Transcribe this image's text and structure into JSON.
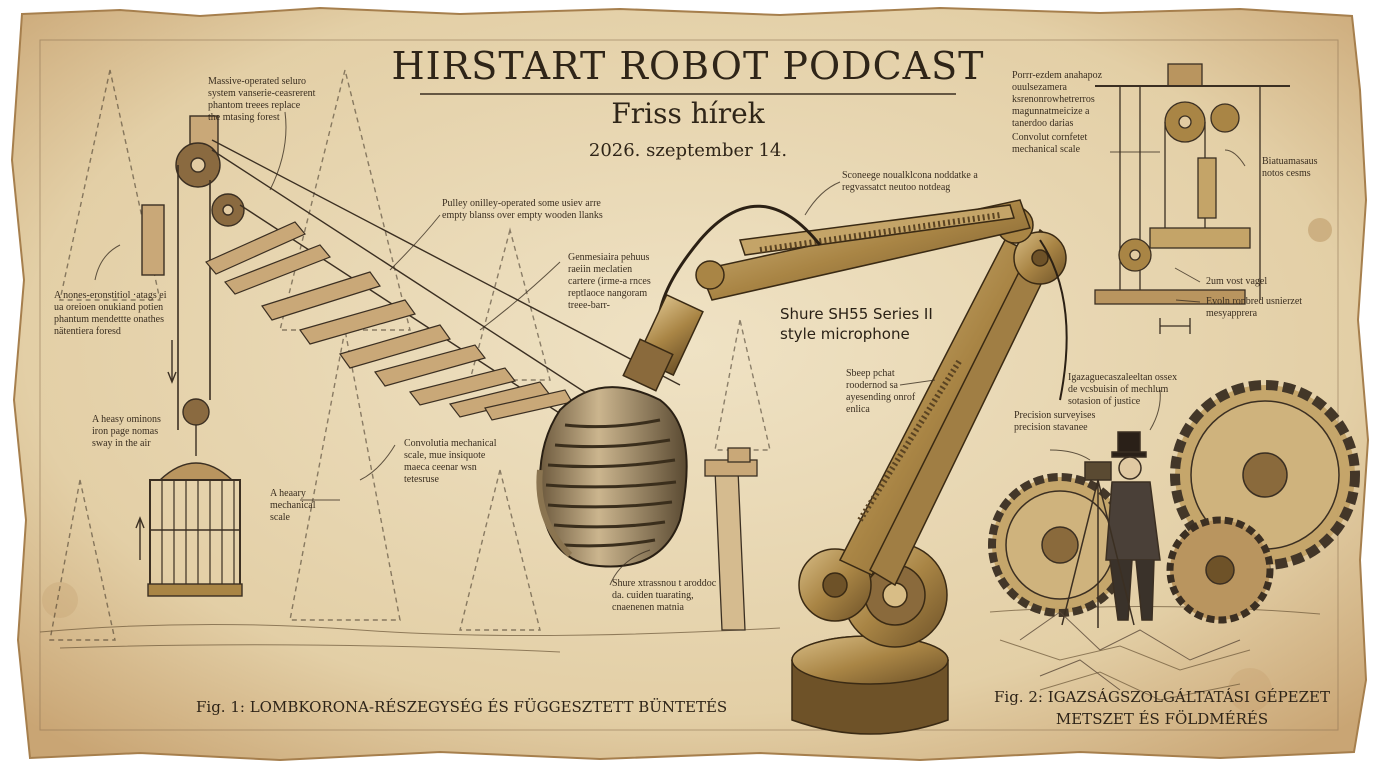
{
  "header": {
    "title": "HIRSTART ROBOT PODCAST",
    "subtitle": "Friss hírek",
    "date": "2026. szeptember 14."
  },
  "microphone": {
    "label_line1": "Shure SH55 Series II",
    "label_line2": "style microphone"
  },
  "annotations": {
    "massive": [
      "Massive-operated seluro",
      "system vanserie-ceasrerent",
      "phantom treees replace",
      "the mtasing forest"
    ],
    "left_side": [
      "A nones-eronstitiol ·atags ei",
      "ua oreioen onukiand potien",
      "phantum mendettte onathes",
      "nätentiera foresd"
    ],
    "cage": [
      "A heasy ominons",
      "iron page nomas",
      "sway in the air"
    ],
    "pulley": [
      "Pulley onilley-operated some usiev arre",
      "empty blanss over empty wooden llanks"
    ],
    "gener": [
      "Genmesiaira pehuus",
      "raeiin meclatien",
      "cartere (irme-a rnces",
      "reptlaoce nangoram",
      "treee-barr-"
    ],
    "convolutia": [
      "Convolutia mechanical",
      "scale, mue insiquote",
      "maeca ceenar wsn",
      "tetesruse"
    ],
    "heavy_scale": [
      "A heaary",
      "mechanical",
      "scale"
    ],
    "scenege": [
      "Sconeege noualklcona noddatke a",
      "regvassatct neutoo notdeag"
    ],
    "sheep": [
      "Sbeep pchat",
      "roodernod sa",
      "ayesending onrof",
      "enlica"
    ],
    "shure_small": [
      "Shure xtrassnou t aroddoc",
      "da. cuiden tuarating,",
      "cnaenenen matnia"
    ],
    "right_top": [
      "Porrr-ezdem anahapoz",
      "ouulsezamera",
      "ksrenonrowhetrerros",
      "magunnatmeicize a",
      "tanerdoo darias"
    ],
    "right_convolut": [
      "Convolut cornfetet",
      "mechanical scale"
    ],
    "bistan": [
      "Biatuamasaus",
      "notos cesms"
    ],
    "zum": [
      "2um vost vagel"
    ],
    "evoln": [
      "Evoln ronbred usnierzet",
      "mesyapprera"
    ],
    "igaz": [
      "Igazaguecaszaleeltan ossex",
      "de vcsbuisin of mechlum",
      "sotasion of justice"
    ],
    "precision": [
      "Precision surveyises",
      "precision stavanee"
    ]
  },
  "captions": {
    "fig1": "Fig. 1: LOMBKORONA-RÉSZEGYSÉG ÉS FÜGGESZTETT BÜNTETÉS",
    "fig2_line1": "Fig. 2: IGAZSÁGSZOLGÁLTATÁSI GÉPEZET",
    "fig2_line2": "METSZET ÉS FÖLDMÉRÉS"
  },
  "colors": {
    "parchment": "#e9d9b8",
    "parchment_edge": "#b98f5c",
    "ink": "#2f2518",
    "brass": "#b08a4e",
    "brass_dark": "#6e5228"
  }
}
